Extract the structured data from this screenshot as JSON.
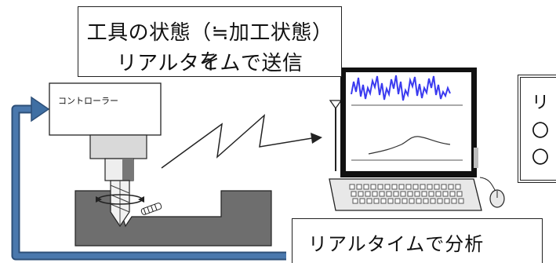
{
  "title": {
    "line1": "工具の状態（≒加工状態）を",
    "line2": "リアルタイムで送信"
  },
  "controller": {
    "label": "コントローラー"
  },
  "analysis": {
    "label": "リアルタイムで分析"
  },
  "side_panel": {
    "line1": "リ",
    "line2": "〇",
    "line3": "〇"
  },
  "colors": {
    "arrow": "#3f6fa3",
    "waveform": "#3a3af0",
    "workpiece": "#6e6e6e",
    "machine": "#d9d9d9"
  },
  "icons": [
    "feedback-arrow",
    "wireless-zigzag-arrow",
    "antenna-icon",
    "monitor-icon",
    "keyboard-icon",
    "mouse-icon",
    "spindle-icon",
    "drill-bit-icon",
    "rotation-arrow-icon",
    "chip-icon"
  ]
}
